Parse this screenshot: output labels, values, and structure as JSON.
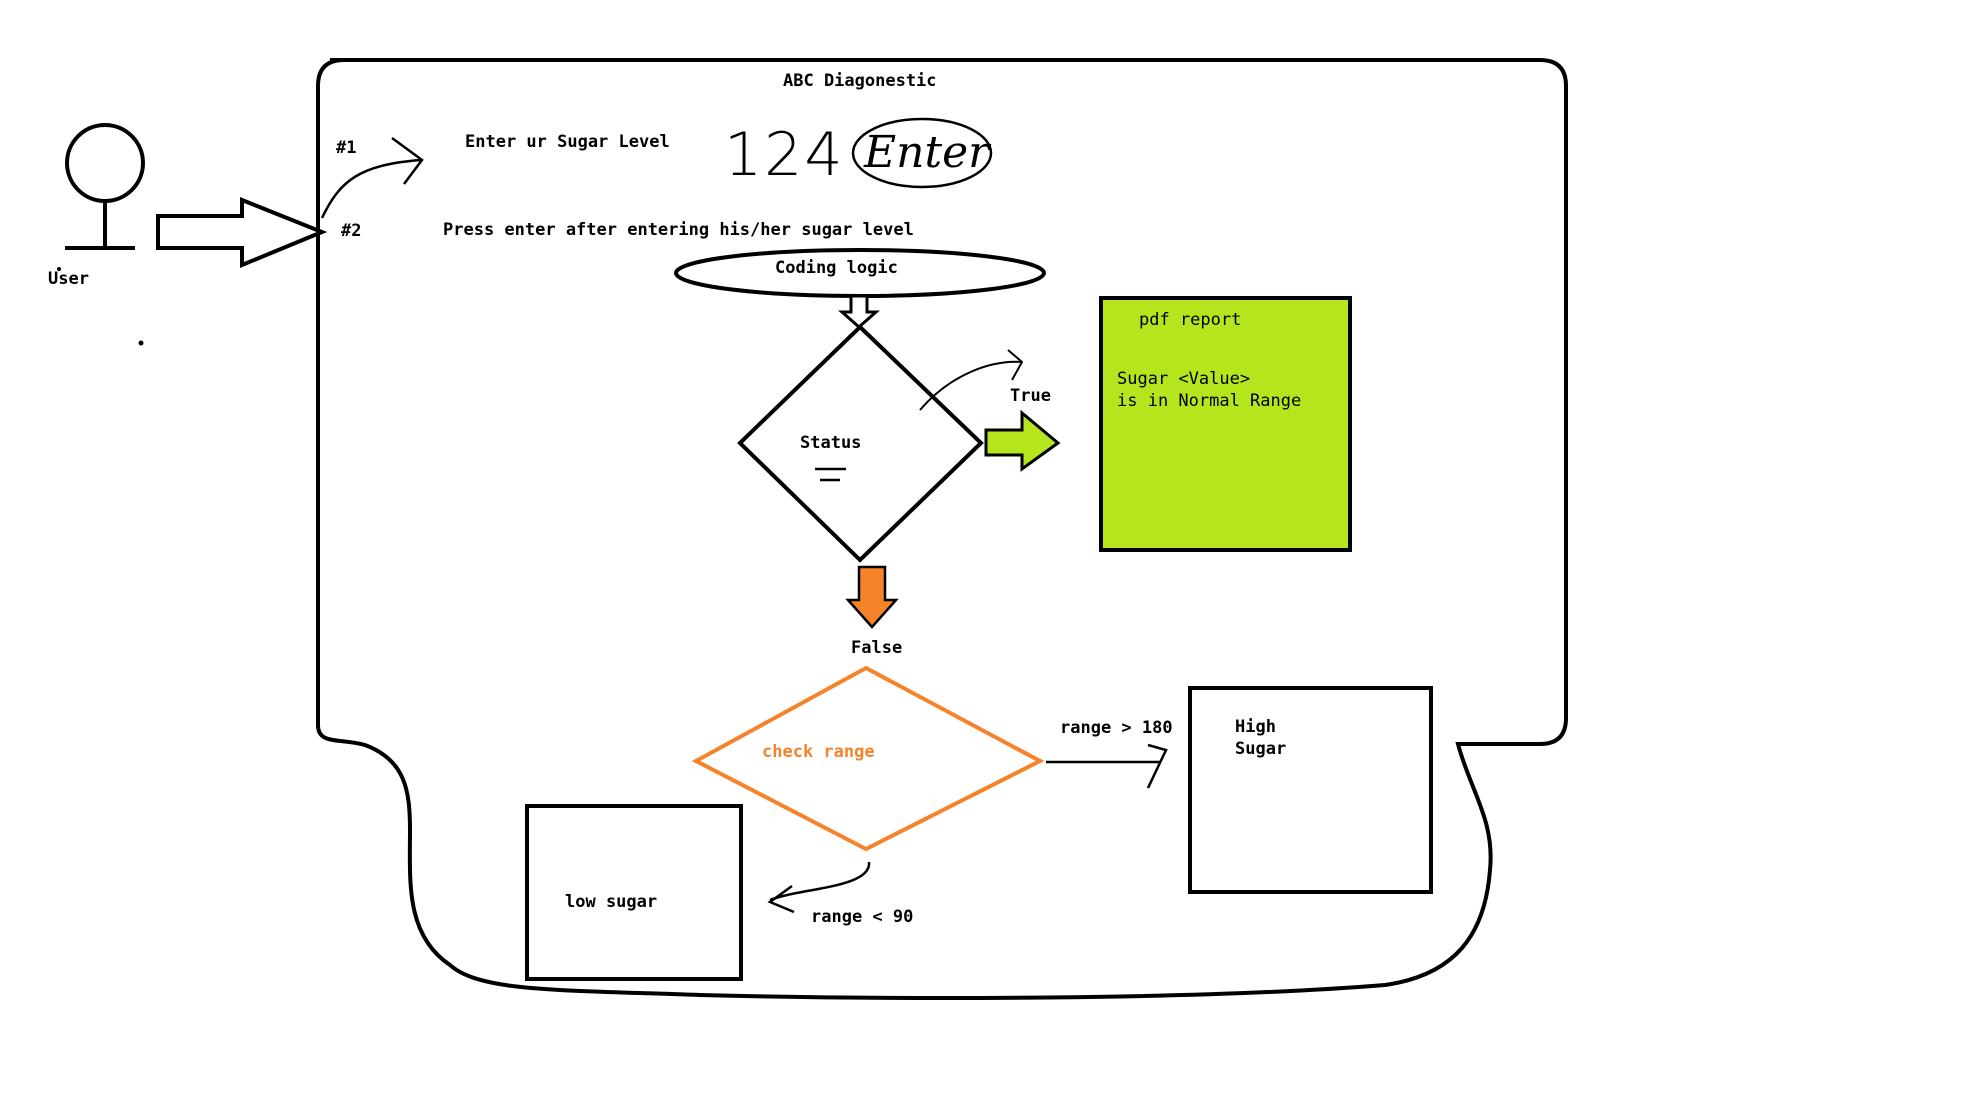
{
  "title": "ABC Diagonestic",
  "actor": {
    "label": "User"
  },
  "steps": {
    "step1_marker": "#1",
    "step1_text": "Enter ur Sugar Level",
    "input_value": "124",
    "enter_button": "Enter",
    "step2_marker": "#2",
    "step2_text": "Press enter after entering his/her sugar level"
  },
  "logic": {
    "coding_logic": "Coding logic",
    "status_label": "Status",
    "true_label": "True",
    "false_label": "False",
    "check_range": "check range",
    "range_high_label": "range > 180",
    "range_low_label": "range < 90"
  },
  "report": {
    "title": "pdf report",
    "line1": "Sugar <Value>",
    "line2": "is in Normal Range"
  },
  "high_box": {
    "line1": "High",
    "line2": "Sugar"
  },
  "low_box": {
    "label": "low sugar"
  },
  "colors": {
    "report_fill": "#b5e61d",
    "orange": "#f6822a",
    "green_arrow": "#b5e61d"
  }
}
